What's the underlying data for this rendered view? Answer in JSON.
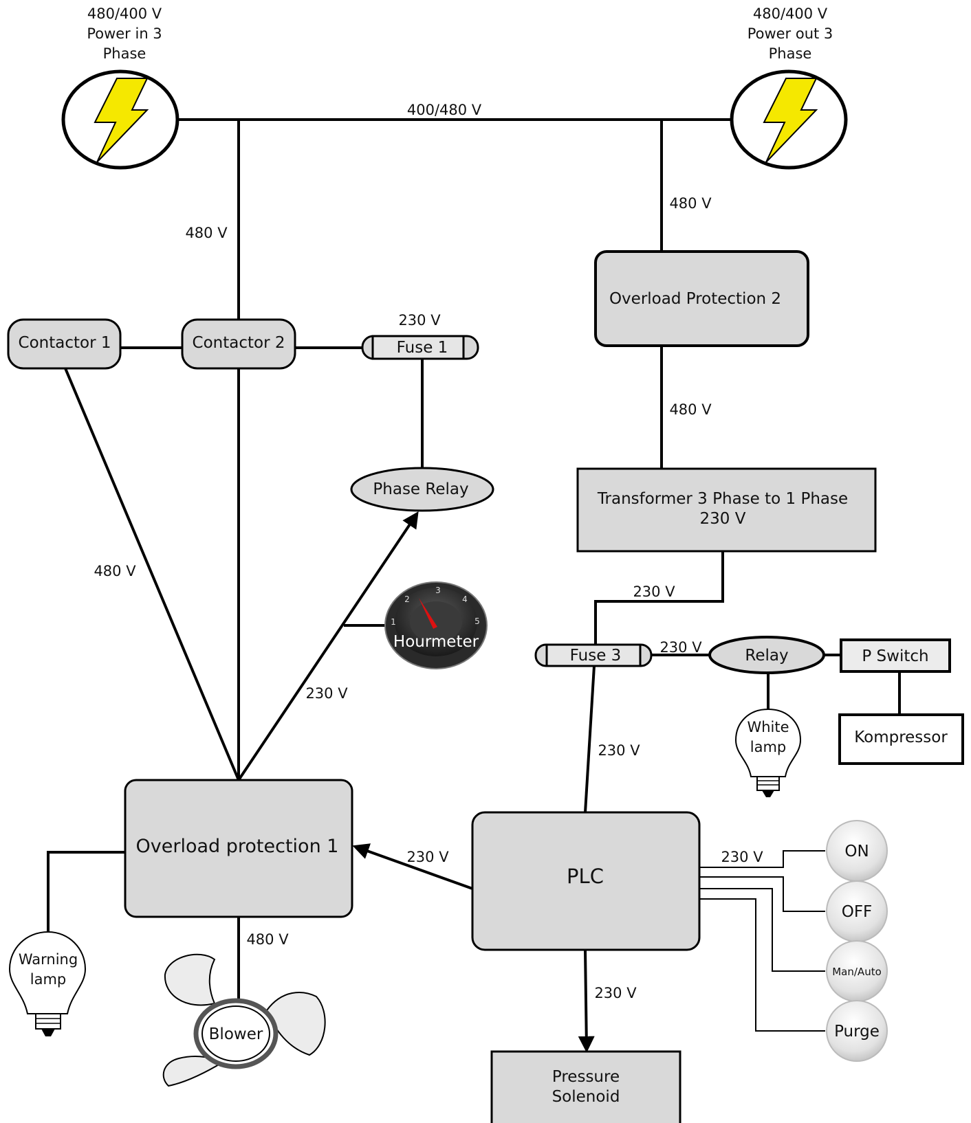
{
  "sources": {
    "power_in": "480/400 V\nPower in 3\nPhase",
    "power_out": "480/400 V\nPower out 3\nPhase"
  },
  "voltages": {
    "bus": "400/480 V",
    "left_feed": "480 V",
    "right_feed": "480 V",
    "op2_to_transformer": "480 V",
    "fuse1": "230 V",
    "contactor1_line": "480 V",
    "relay_line": "230 V",
    "transformer_out": "230 V",
    "fuse3_relay": "230 V",
    "fuse3_plc": "230 V",
    "plc_to_op1": "230 V",
    "plc_buttons": "230 V",
    "blower": "480 V",
    "solenoid": "230 V"
  },
  "components": {
    "contactor1": "Contactor 1",
    "contactor2": "Contactor 2",
    "fuse1": "Fuse 1",
    "phase_relay": "Phase Relay",
    "overload2": "Overload Protection 2",
    "transformer": "Transformer 3 Phase to 1 Phase\n230 V",
    "hourmeter": "Hourmeter",
    "hourmeter_ticks": [
      "1",
      "2",
      "3",
      "4",
      "5"
    ],
    "fuse3": "Fuse 3",
    "relay": "Relay",
    "pswitch": "P Switch",
    "kompressor": "Kompressor",
    "white_lamp": "White\nlamp",
    "overload1": "Overload protection 1",
    "plc": "PLC",
    "warning_lamp": "Warning\nlamp",
    "blower": "Blower",
    "solenoid": "Pressure\nSolenoid"
  },
  "buttons": [
    "ON",
    "OFF",
    "Man/Auto",
    "Purge"
  ]
}
